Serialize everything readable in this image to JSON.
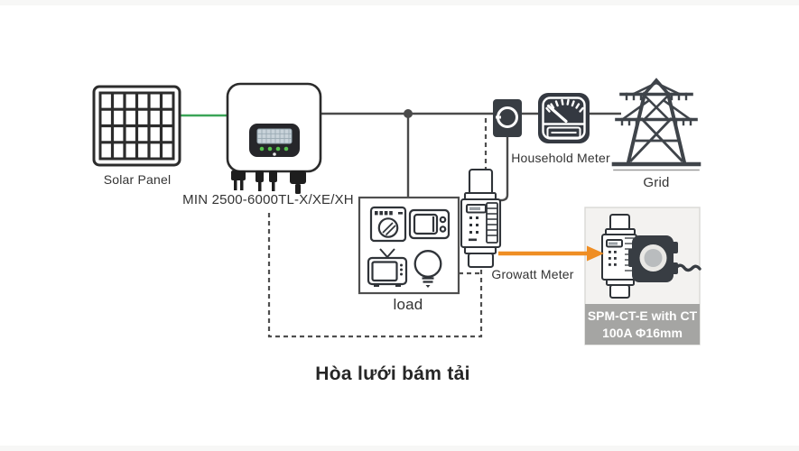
{
  "diagram": {
    "caption": "Hòa lưới bám tải",
    "nodes": {
      "solar_panel": {
        "label": "Solar Panel"
      },
      "inverter": {
        "label": "MIN 2500-6000TL-X/XE/XH"
      },
      "household_meter": {
        "label": "Household Meter"
      },
      "grid": {
        "label": "Grid"
      },
      "load": {
        "label": "load",
        "appliances": [
          "washing-machine",
          "microwave",
          "tv",
          "light-bulb"
        ]
      },
      "growatt_meter": {
        "label": "Growatt Meter"
      },
      "spm_ct": {
        "label_line1": "SPM-CT-E with CT",
        "label_line2": "100A Φ16mm"
      }
    },
    "icons": [
      "solar-panel-icon",
      "inverter-icon",
      "ct-clamp-on-wire-icon",
      "household-meter-icon",
      "grid-tower-icon",
      "washing-machine-icon",
      "microwave-icon",
      "tv-icon",
      "light-bulb-icon",
      "growatt-meter-icon",
      "spm-meter-icon",
      "spm-ct-clamp-icon",
      "orange-arrow-icon",
      "junction-dot"
    ],
    "colors": {
      "pv_wire_green": "#3aa557",
      "ac_wire": "#4a4a4a",
      "dashed_wire": "#4f4f4f",
      "arrow_orange": "#ef8e24",
      "icon_dark": "#383d43",
      "spm_band_gray": "#a5a5a3",
      "spm_box_bg": "#f3f2f0",
      "text": "#333333",
      "led_green": "#57c14e"
    }
  }
}
